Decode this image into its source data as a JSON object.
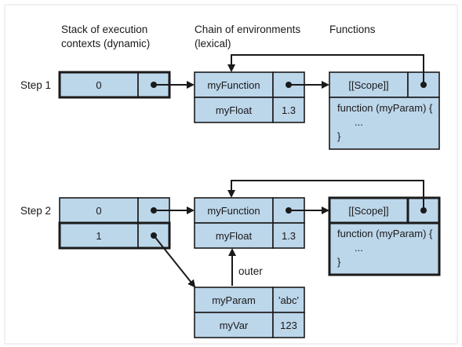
{
  "headers": {
    "stack_line1": "Stack of execution",
    "stack_line2": "contexts (dynamic)",
    "chain_line1": "Chain of environments",
    "chain_line2": "(lexical)",
    "functions": "Functions"
  },
  "step1": {
    "label": "Step 1",
    "stack_value": "0",
    "env_rows": [
      {
        "name": "myFunction",
        "value": ""
      },
      {
        "name": "myFloat",
        "value": "1.3"
      }
    ],
    "func_scope": "[[Scope]]",
    "func_body": [
      "function (myParam) {",
      "...",
      "}"
    ]
  },
  "step2": {
    "label": "Step 2",
    "stack_values": [
      "0",
      "1"
    ],
    "env_rows": [
      {
        "name": "myFunction",
        "value": ""
      },
      {
        "name": "myFloat",
        "value": "1.3"
      }
    ],
    "func_scope": "[[Scope]]",
    "func_body": [
      "function (myParam) {",
      "...",
      "}"
    ],
    "outer_label": "outer",
    "inner_env_rows": [
      {
        "name": "myParam",
        "value": "'abc'"
      },
      {
        "name": "myVar",
        "value": "123"
      }
    ]
  }
}
